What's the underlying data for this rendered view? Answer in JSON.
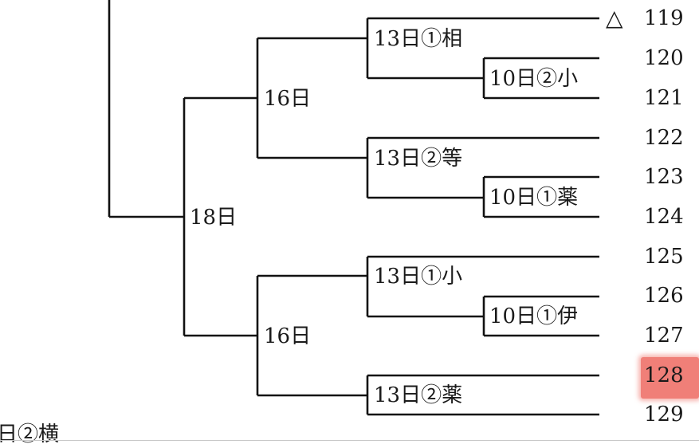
{
  "bracket": {
    "rounds": {
      "outer": "18日",
      "upper_semi": "16日",
      "lower_semi": "16日"
    },
    "matches": [
      {
        "id": "m1",
        "label": "13日①相"
      },
      {
        "id": "m2",
        "label": "10日②小"
      },
      {
        "id": "m3",
        "label": "13日②等"
      },
      {
        "id": "m4",
        "label": "10日①薬"
      },
      {
        "id": "m5",
        "label": "13日①小"
      },
      {
        "id": "m6",
        "label": "10日①伊"
      },
      {
        "id": "m7",
        "label": "13日②薬"
      }
    ],
    "entries": [
      "119",
      "120",
      "121",
      "122",
      "123",
      "124",
      "125",
      "126",
      "127",
      "128",
      "129"
    ],
    "marker": "△",
    "highlighted_entry": "128",
    "highlight_color": "#f07f78",
    "cut_off_text": "日②横"
  }
}
